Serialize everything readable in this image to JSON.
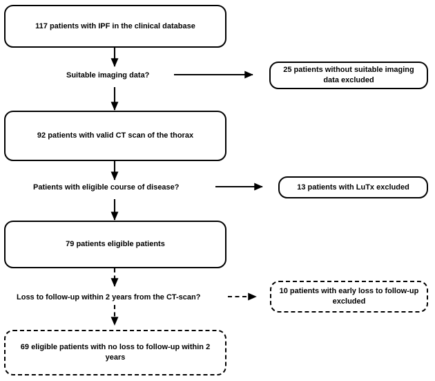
{
  "figure": {
    "type": "flowchart",
    "orientation": "top-to-bottom",
    "title": "Patient selection flow diagram (IPF cohort)"
  },
  "nodes": {
    "n1_total": "117 patients with IPF in the clinical database",
    "n2_ct": "92 patients with valid CT scan of the thorax",
    "n3_eligible": "79 patients eligible patients",
    "n4_final": "69 eligible patients with no loss to follow-up within 2 years",
    "x1_excluded": "25 patients without suitable imaging data excluded",
    "x2_excluded": "13 patients with LuTx excluded",
    "x3_excluded": "10 patients with early loss to follow-up excluded"
  },
  "decisions": {
    "d1": "Suitable imaging data?",
    "d2": "Patients with eligible course of disease?",
    "d3": "Loss to follow-up within 2 years from the CT-scan?"
  },
  "edges": {
    "e1_style": "solid",
    "e2_style": "solid",
    "e3_style": "solid",
    "e4_style": "solid",
    "e5_style": "solid",
    "e6_style": "solid",
    "e7_style": "dashed",
    "e8_style": "dashed",
    "e9_style": "dashed"
  },
  "style": {
    "stroke_color": "#000000",
    "text_color": "#000000",
    "background_color": "#ffffff"
  }
}
